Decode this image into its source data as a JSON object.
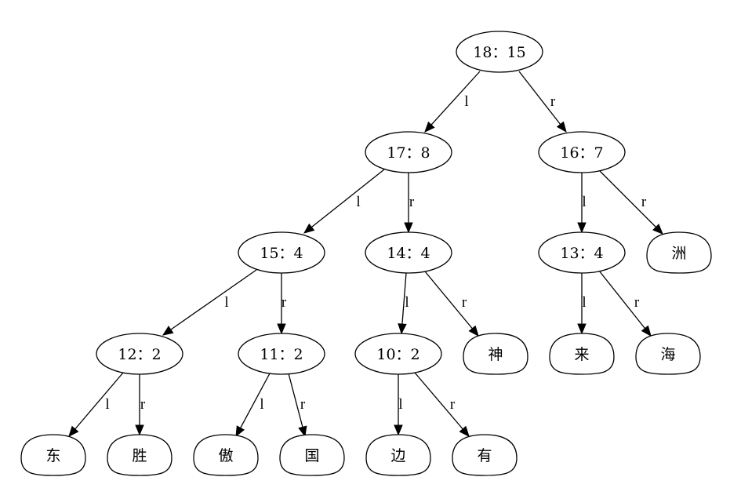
{
  "tree": {
    "nodes": [
      {
        "id": "n18",
        "label": "18：15",
        "shape": "ellipse"
      },
      {
        "id": "n17",
        "label": "17：8",
        "shape": "ellipse"
      },
      {
        "id": "n16",
        "label": "16：7",
        "shape": "ellipse"
      },
      {
        "id": "n15",
        "label": "15：4",
        "shape": "ellipse"
      },
      {
        "id": "n14",
        "label": "14：4",
        "shape": "ellipse"
      },
      {
        "id": "n13",
        "label": "13：4",
        "shape": "ellipse"
      },
      {
        "id": "n12",
        "label": "12：2",
        "shape": "ellipse"
      },
      {
        "id": "n11",
        "label": "11：2",
        "shape": "ellipse"
      },
      {
        "id": "n10",
        "label": "10：2",
        "shape": "ellipse"
      },
      {
        "id": "shen",
        "label": "神",
        "shape": "egg"
      },
      {
        "id": "lai",
        "label": "来",
        "shape": "egg"
      },
      {
        "id": "hai",
        "label": "海",
        "shape": "egg"
      },
      {
        "id": "zhou",
        "label": "洲",
        "shape": "egg"
      },
      {
        "id": "dong",
        "label": "东",
        "shape": "egg"
      },
      {
        "id": "sheng",
        "label": "胜",
        "shape": "egg"
      },
      {
        "id": "ao",
        "label": "傲",
        "shape": "egg"
      },
      {
        "id": "guo",
        "label": "国",
        "shape": "egg"
      },
      {
        "id": "bian",
        "label": "边",
        "shape": "egg"
      },
      {
        "id": "you",
        "label": "有",
        "shape": "egg"
      }
    ],
    "edges": [
      {
        "from": "n18",
        "to": "n17",
        "label": "l"
      },
      {
        "from": "n18",
        "to": "n16",
        "label": "r"
      },
      {
        "from": "n17",
        "to": "n15",
        "label": "l"
      },
      {
        "from": "n17",
        "to": "n14",
        "label": "r"
      },
      {
        "from": "n16",
        "to": "n13",
        "label": "l"
      },
      {
        "from": "n16",
        "to": "zhou",
        "label": "r"
      },
      {
        "from": "n15",
        "to": "n12",
        "label": "l"
      },
      {
        "from": "n15",
        "to": "n11",
        "label": "r"
      },
      {
        "from": "n14",
        "to": "n10",
        "label": "l"
      },
      {
        "from": "n14",
        "to": "shen",
        "label": "r"
      },
      {
        "from": "n13",
        "to": "lai",
        "label": "l"
      },
      {
        "from": "n13",
        "to": "hai",
        "label": "r"
      },
      {
        "from": "n12",
        "to": "dong",
        "label": "l"
      },
      {
        "from": "n12",
        "to": "sheng",
        "label": "r"
      },
      {
        "from": "n11",
        "to": "ao",
        "label": "l"
      },
      {
        "from": "n11",
        "to": "guo",
        "label": "r"
      },
      {
        "from": "n10",
        "to": "bian",
        "label": "l"
      },
      {
        "from": "n10",
        "to": "you",
        "label": "r"
      }
    ]
  }
}
